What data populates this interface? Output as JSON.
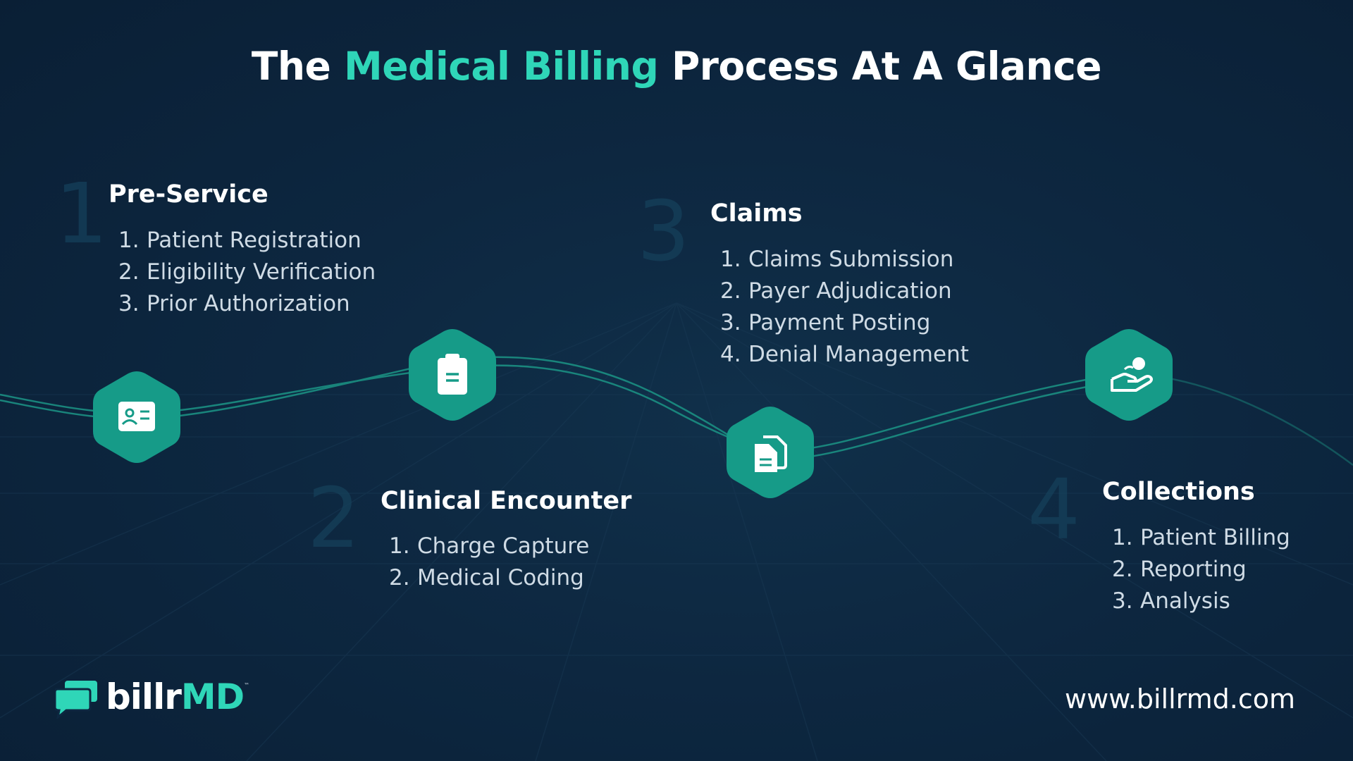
{
  "title": {
    "before": "The ",
    "accent": "Medical Billing",
    "after": " Process At A Glance"
  },
  "colors": {
    "accent": "#2fd6b8",
    "hex_fill": "#169b88",
    "background": "#0d2740"
  },
  "steps": [
    {
      "number": "1",
      "title": "Pre-Service",
      "icon": "id-card-icon",
      "items": [
        {
          "n": "1.",
          "label": "Patient Registration"
        },
        {
          "n": "2.",
          "label": "Eligibility Verification"
        },
        {
          "n": "3.",
          "label": "Prior Authorization"
        }
      ]
    },
    {
      "number": "2",
      "title": "Clinical Encounter",
      "icon": "clipboard-icon",
      "items": [
        {
          "n": "1.",
          "label": "Charge Capture"
        },
        {
          "n": "2.",
          "label": "Medical Coding"
        }
      ]
    },
    {
      "number": "3",
      "title": "Claims",
      "icon": "documents-icon",
      "items": [
        {
          "n": "1.",
          "label": "Claims Submission"
        },
        {
          "n": "2.",
          "label": "Payer Adjudication"
        },
        {
          "n": "3.",
          "label": "Payment Posting"
        },
        {
          "n": "4.",
          "label": "Denial Management"
        }
      ]
    },
    {
      "number": "4",
      "title": "Collections",
      "icon": "hand-coin-icon",
      "items": [
        {
          "n": "1.",
          "label": "Patient Billing"
        },
        {
          "n": "2.",
          "label": "Reporting"
        },
        {
          "n": "3.",
          "label": "Analysis"
        }
      ]
    }
  ],
  "brand": {
    "name_main": "billr",
    "name_accent": "MD",
    "trademark": "™",
    "logo_icon": "chat-bubbles-logo-icon"
  },
  "website": "www.billrmd.com"
}
